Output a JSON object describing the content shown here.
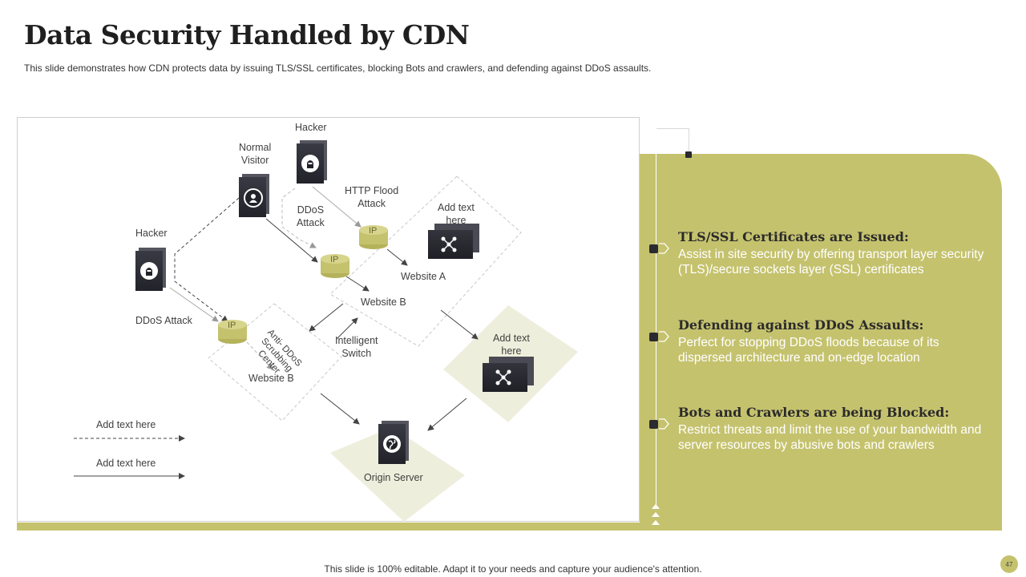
{
  "title": "Data Security Handled by CDN",
  "subtitle": "This slide demonstrates how CDN protects data by issuing TLS/SSL certificates, blocking Bots and crawlers, and defending against DDoS assaults.",
  "diagram": {
    "hacker_top": "Hacker",
    "normal_visitor": "Normal\nVisitor",
    "hacker_left": "Hacker",
    "ddos_attack_top": "DDoS\nAttack",
    "http_flood_attack": "HTTP Flood\nAttack",
    "add_text_top": "Add text\nhere",
    "website_a": "Website A",
    "website_b_top": "Website B",
    "ddos_attack_left": "DDoS Attack",
    "anti_ddos": "Anti- DDoS\nScrubbing\nCenter",
    "intelligent_switch": "Intelligent\nSwitch",
    "website_b_bottom": "Website B",
    "add_text_right": "Add text\nhere",
    "origin_server": "Origin Server",
    "legend_dashed": "Add text here",
    "legend_solid": "Add text here",
    "ip_label": "IP"
  },
  "points": [
    {
      "title": "TLS/SSL Certificates are Issued:",
      "desc": "Assist in site security by offering transport layer security (TLS)/secure sockets layer (SSL) certificates"
    },
    {
      "title": "Defending against DDoS Assaults:",
      "desc": "Perfect for stopping DDoS floods because of its dispersed architecture and on-edge location"
    },
    {
      "title": "Bots and Crawlers are being Blocked:",
      "desc": "Restrict threats and limit the use of your bandwidth and server resources by abusive bots and crawlers"
    }
  ],
  "footer": "This slide is 100% editable. Adapt it to your needs and capture your audience's attention.",
  "page_number": "47",
  "colors": {
    "accent": "#c5c26e",
    "dark": "#2a2a30",
    "light_diamond": "#eeeedc"
  }
}
